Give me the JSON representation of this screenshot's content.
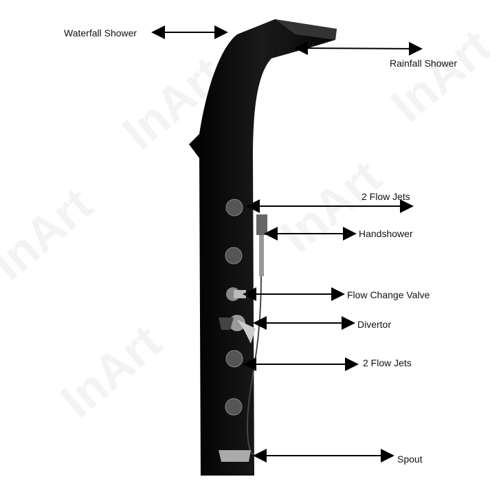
{
  "watermark": "InArt",
  "labels": {
    "waterfall": "Waterfall Shower",
    "rainfall": "Rainfall Shower",
    "jets_top": "2 Flow Jets",
    "handshower": "Handshower",
    "flow_valve": "Flow Change Valve",
    "divertor": "Divertor",
    "jets_bottom": "2 Flow Jets",
    "spout": "Spout"
  }
}
